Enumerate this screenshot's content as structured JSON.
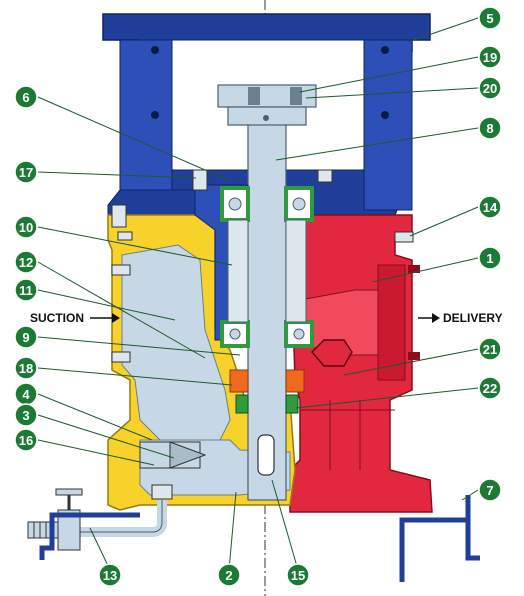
{
  "diagram": {
    "labels": {
      "suction": "SUCTION",
      "delivery": "DELIVERY"
    },
    "callouts": [
      "1",
      "2",
      "3",
      "4",
      "5",
      "6",
      "7",
      "8",
      "9",
      "10",
      "11",
      "12",
      "13",
      "14",
      "15",
      "16",
      "17",
      "18",
      "19",
      "20",
      "21",
      "22"
    ],
    "colors": {
      "frame": "#1f3f9a",
      "casing_yellow": "#f6d22a",
      "casing_red": "#e2283e",
      "shaft": "#c6d7e5",
      "seal_green": "#2f9a3e",
      "seal_orange": "#ef6a1e",
      "callout_fill": "#1c7a34",
      "leader": "#1c5a2c"
    }
  }
}
